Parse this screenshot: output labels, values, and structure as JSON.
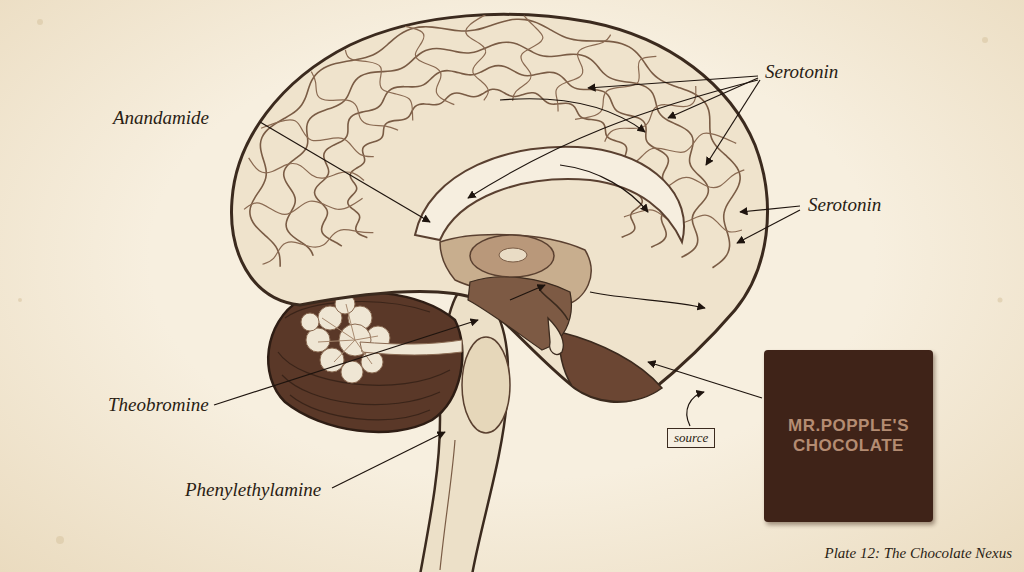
{
  "diagram": {
    "caption": "Plate 12: The Chocolate Nexus",
    "nodes": [
      {
        "text": [
          "MR.POPPLE'S CHOCOLATE"
        ]
      },
      {
        "text": [
          "source"
        ]
      }
    ],
    "labels": [
      "Serotonin",
      "Anandamide",
      "Serotonin",
      "Theobromine",
      "Phenylethylamine"
    ]
  }
}
